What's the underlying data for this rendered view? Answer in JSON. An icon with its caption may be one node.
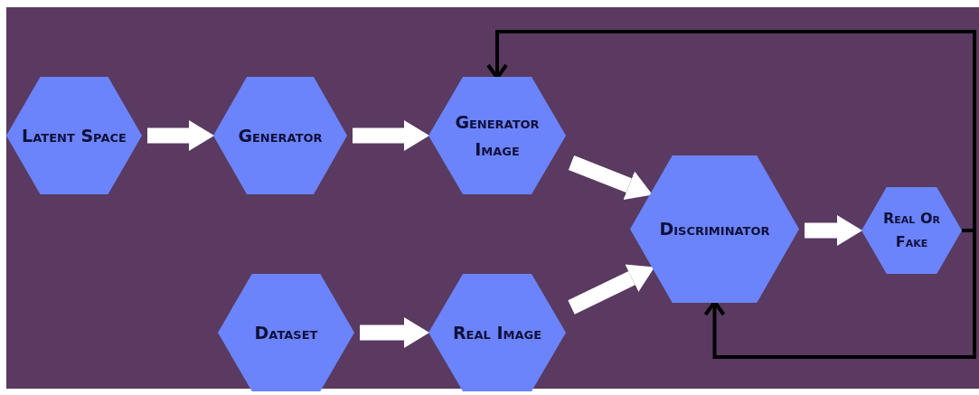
{
  "diagram": {
    "nodes": [
      {
        "text": [
          "Latent Space"
        ]
      },
      {
        "text": [
          "Generator"
        ]
      },
      {
        "text": [
          "Generator Image"
        ]
      },
      {
        "text": [
          "Discriminator"
        ]
      },
      {
        "text": [
          "Real Or Fake"
        ]
      },
      {
        "text": [
          "Dataset"
        ]
      },
      {
        "text": [
          "Real Image"
        ]
      }
    ],
    "edges": [
      {
        "from": 0,
        "to": 1,
        "arrow": "to"
      },
      {
        "from": 1,
        "to": 2,
        "arrow": "to"
      },
      {
        "from": 2,
        "to": 3,
        "arrow": "to"
      },
      {
        "from": 5,
        "to": 6,
        "arrow": "to"
      },
      {
        "from": 6,
        "to": 3,
        "arrow": "to"
      },
      {
        "from": 3,
        "to": 4,
        "arrow": "to"
      },
      {
        "from": 4,
        "to": 2,
        "arrow": "to",
        "color": "#000000"
      },
      {
        "from": 4,
        "to": 3,
        "arrow": "to",
        "color": "#000000"
      }
    ]
  }
}
